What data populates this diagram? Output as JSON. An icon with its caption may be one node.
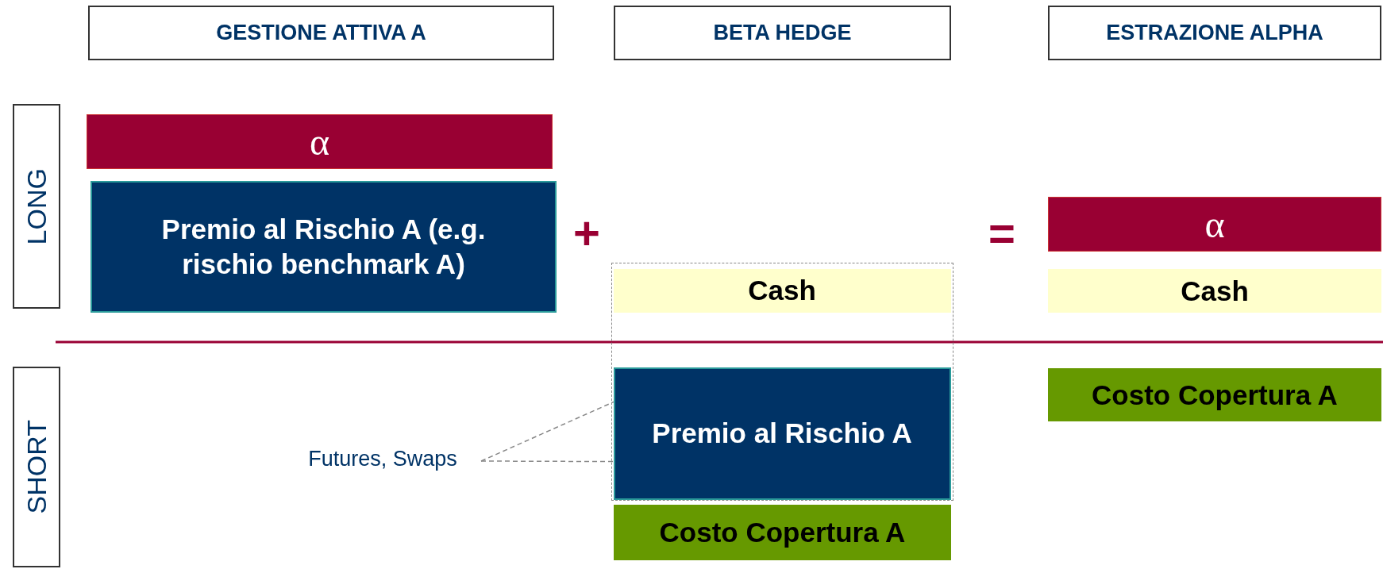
{
  "diagram": {
    "nodes": [
      {
        "text": [
          "GESTIONE ATTIVA A"
        ]
      },
      {
        "text": [
          "BETA HEDGE"
        ]
      },
      {
        "text": [
          "ESTRAZIONE ALPHA"
        ]
      },
      {
        "text": [
          "LONG"
        ]
      },
      {
        "text": [
          "SHORT"
        ]
      },
      {
        "text": [
          "α"
        ]
      },
      {
        "text": [
          "Premio al Rischio A (e.g. rischio benchmark A)"
        ]
      },
      {
        "text": [],
        "shape": "box"
      },
      {
        "text": [
          "Cash"
        ],
        "in": 7
      },
      {
        "text": [
          "Premio al Rischio A"
        ],
        "in": 7
      },
      {
        "text": [
          "Costo Copertura A"
        ]
      },
      {
        "text": [
          "α"
        ]
      },
      {
        "text": [
          "Cash"
        ]
      },
      {
        "text": [
          "Costo Copertura A"
        ]
      },
      {
        "text": [
          "Futures, Swaps"
        ]
      }
    ],
    "edges": [
      {
        "from": 14,
        "to": 9,
        "arrow": "none",
        "style": "dashed"
      },
      {
        "from": 14,
        "to": 9,
        "arrow": "none",
        "style": "dashed"
      }
    ],
    "labels": [
      "+",
      "="
    ]
  }
}
